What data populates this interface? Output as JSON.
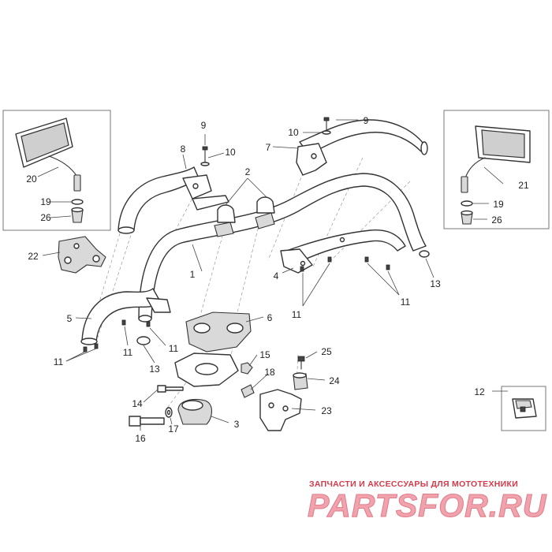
{
  "callouts": [
    "1",
    "2",
    "3",
    "4",
    "5",
    "6",
    "7",
    "8",
    "9",
    "10",
    "11",
    "12",
    "13",
    "14",
    "15",
    "16",
    "17",
    "18",
    "19",
    "20",
    "21",
    "22",
    "23",
    "24",
    "25",
    "26"
  ],
  "watermark": {
    "tagline": "ЗАПЧАСТИ И АКСЕССУАРЫ ДЛЯ МОТОТЕХНИКИ",
    "brand": "PARTSFOR.RU"
  },
  "colors": {
    "line": "#333333",
    "watermark": "#d63a4a",
    "watermark_light": "#f0a3ad"
  }
}
